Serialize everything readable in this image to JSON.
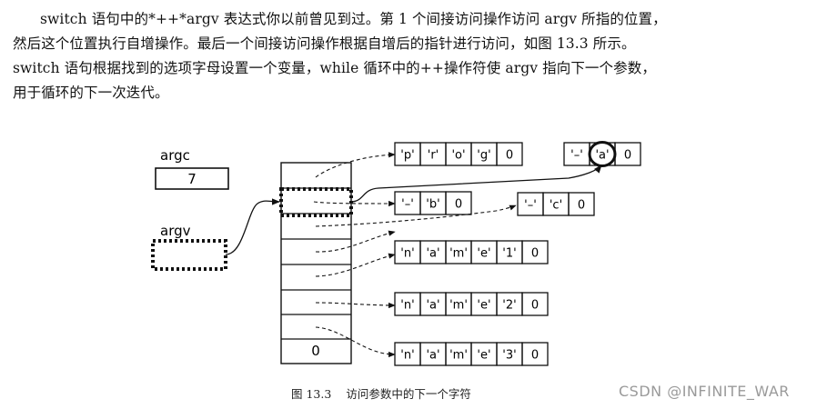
{
  "paragraph": {
    "lines": [
      "switch 语句中的*++*argv 表达式你以前曾见到过。第 1 个间接访问操作访问 argv 所指的位置，",
      "然后这个位置执行自增操作。最后一个间接访问操作根据自增后的指针进行访问，如图 13.3 所示。",
      "switch 语句根据找到的选项字母设置一个变量，while 循环中的++操作符使 argv 指向下一个参数，",
      "用于循环的下一次迭代。"
    ]
  },
  "figure": {
    "argc_label": "argc",
    "argc_value": "7",
    "argv_label": "argv",
    "array_last_value": "0",
    "strings": [
      [
        "'p'",
        "'r'",
        "'o'",
        "'g'",
        "0"
      ],
      [
        "'–'",
        "'b'",
        "0"
      ],
      [
        "'–'",
        "'c'",
        "0"
      ],
      [
        "'n'",
        "'a'",
        "'m'",
        "'e'",
        "'1'",
        "0"
      ],
      [
        "'n'",
        "'a'",
        "'m'",
        "'e'",
        "'2'",
        "0"
      ],
      [
        "'n'",
        "'a'",
        "'m'",
        "'e'",
        "'3'",
        "0"
      ],
      [
        "'–'",
        "'a'",
        "0"
      ]
    ]
  },
  "caption": {
    "number": "图 13.3",
    "text": "访问参数中的下一个字符"
  },
  "watermark": "CSDN @INFINITE_WAR"
}
